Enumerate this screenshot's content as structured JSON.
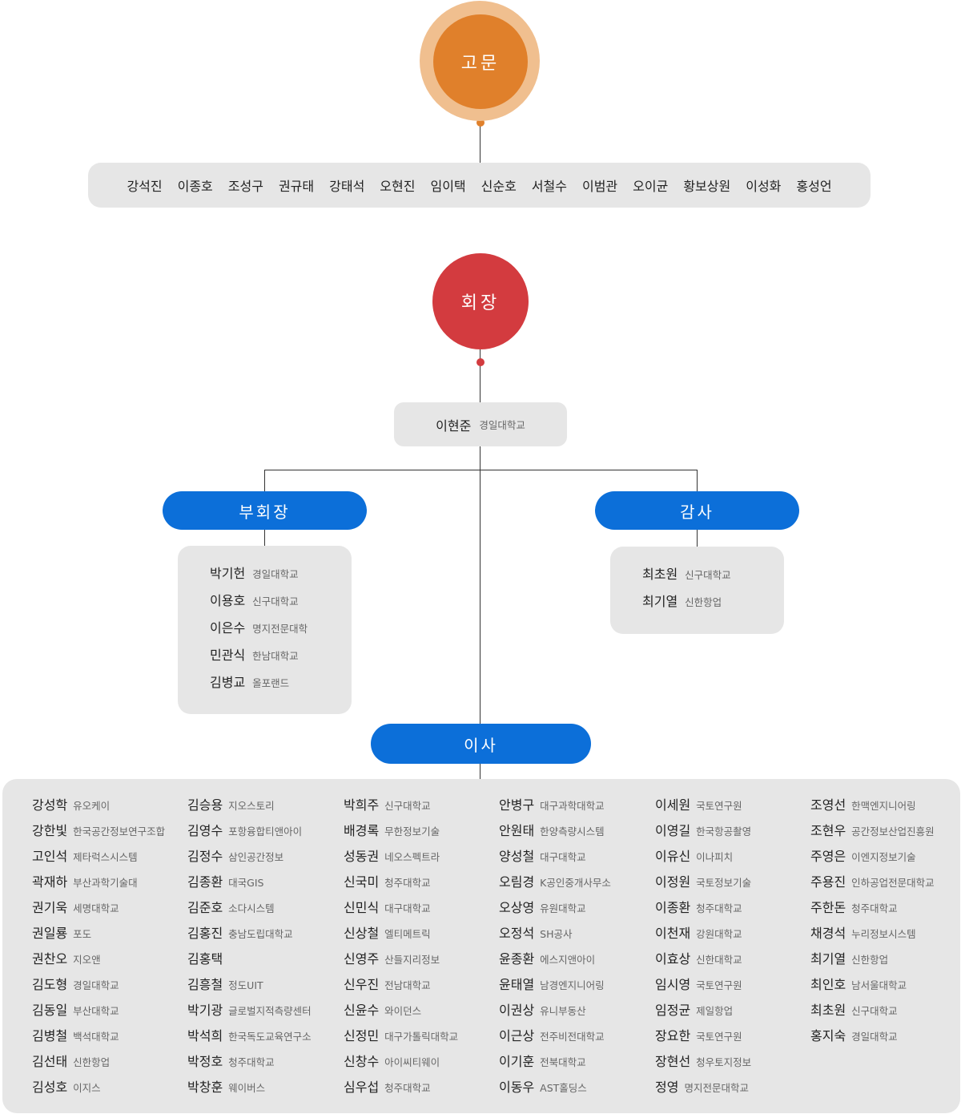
{
  "advisors": {
    "title": "고문",
    "members": [
      "강석진",
      "이종호",
      "조성구",
      "권규태",
      "강태석",
      "오현진",
      "임이택",
      "신순호",
      "서철수",
      "이범관",
      "오이균",
      "황보상원",
      "이성화",
      "홍성언"
    ]
  },
  "president": {
    "title": "회장",
    "name": "이현준",
    "org": "경일대학교"
  },
  "vice_presidents": {
    "title": "부회장",
    "members": [
      {
        "name": "박기헌",
        "org": "경일대학교"
      },
      {
        "name": "이용호",
        "org": "신구대학교"
      },
      {
        "name": "이은수",
        "org": "명지전문대학"
      },
      {
        "name": "민관식",
        "org": "한남대학교"
      },
      {
        "name": "김병교",
        "org": "올포랜드"
      }
    ]
  },
  "auditors": {
    "title": "감사",
    "members": [
      {
        "name": "최초원",
        "org": "신구대학교"
      },
      {
        "name": "최기열",
        "org": "신한항업"
      }
    ]
  },
  "directors": {
    "title": "이사",
    "columns": [
      [
        {
          "name": "강성학",
          "org": "유오케이"
        },
        {
          "name": "강한빛",
          "org": "한국공간정보연구조합"
        },
        {
          "name": "고인석",
          "org": "제타럭스시스템"
        },
        {
          "name": "곽재하",
          "org": "부산과학기술대"
        },
        {
          "name": "권기욱",
          "org": "세명대학교"
        },
        {
          "name": "권일룡",
          "org": "포도"
        },
        {
          "name": "권찬오",
          "org": "지오앤"
        },
        {
          "name": "김도형",
          "org": "경일대학교"
        },
        {
          "name": "김동일",
          "org": "부산대학교"
        },
        {
          "name": "김병철",
          "org": "백석대학교"
        },
        {
          "name": "김선태",
          "org": "신한항업"
        },
        {
          "name": "김성호",
          "org": "이지스"
        }
      ],
      [
        {
          "name": "김승용",
          "org": "지오스토리"
        },
        {
          "name": "김영수",
          "org": "포항융합티앤아이"
        },
        {
          "name": "김정수",
          "org": "삼인공간정보"
        },
        {
          "name": "김종환",
          "org": "대국GIS"
        },
        {
          "name": "김준호",
          "org": "소다시스템"
        },
        {
          "name": "김홍진",
          "org": "충남도립대학교"
        },
        {
          "name": "김홍택",
          "org": ""
        },
        {
          "name": "김흥철",
          "org": "정도UIT"
        },
        {
          "name": "박기광",
          "org": "글로벌지적측량센터"
        },
        {
          "name": "박석희",
          "org": "한국독도교육연구소"
        },
        {
          "name": "박정호",
          "org": "청주대학교"
        },
        {
          "name": "박창훈",
          "org": "웨이버스"
        }
      ],
      [
        {
          "name": "박희주",
          "org": "신구대학교"
        },
        {
          "name": "배경록",
          "org": "무한정보기술"
        },
        {
          "name": "성동권",
          "org": "네오스펙트라"
        },
        {
          "name": "신국미",
          "org": "청주대학교"
        },
        {
          "name": "신민식",
          "org": "대구대학교"
        },
        {
          "name": "신상철",
          "org": "엘티메트릭"
        },
        {
          "name": "신영주",
          "org": "산들지리정보"
        },
        {
          "name": "신우진",
          "org": "전남대학교"
        },
        {
          "name": "신윤수",
          "org": "와이던스"
        },
        {
          "name": "신정민",
          "org": "대구가톨릭대학교"
        },
        {
          "name": "신창수",
          "org": "아이씨티웨이"
        },
        {
          "name": "심우섭",
          "org": "청주대학교"
        }
      ],
      [
        {
          "name": "안병구",
          "org": "대구과학대학교"
        },
        {
          "name": "안원태",
          "org": "한양측량시스템"
        },
        {
          "name": "양성철",
          "org": "대구대학교"
        },
        {
          "name": "오림경",
          "org": "K공인중개사무소"
        },
        {
          "name": "오상영",
          "org": "유원대학교"
        },
        {
          "name": "오정석",
          "org": "SH공사"
        },
        {
          "name": "윤종환",
          "org": "에스지앤아이"
        },
        {
          "name": "윤태열",
          "org": "남경엔지니어링"
        },
        {
          "name": "이권상",
          "org": "유니부동산"
        },
        {
          "name": "이근상",
          "org": "전주비전대학교"
        },
        {
          "name": "이기훈",
          "org": "전북대학교"
        },
        {
          "name": "이동우",
          "org": "AST홀딩스"
        }
      ],
      [
        {
          "name": "이세원",
          "org": "국토연구원"
        },
        {
          "name": "이영길",
          "org": "한국항공촬영"
        },
        {
          "name": "이유신",
          "org": "이나피치"
        },
        {
          "name": "이정원",
          "org": "국토정보기술"
        },
        {
          "name": "이종환",
          "org": "청주대학교"
        },
        {
          "name": "이천재",
          "org": "강원대학교"
        },
        {
          "name": "이효상",
          "org": "신한대학교"
        },
        {
          "name": "임시영",
          "org": "국토연구원"
        },
        {
          "name": "임정균",
          "org": "제일항업"
        },
        {
          "name": "장요한",
          "org": "국토연구원"
        },
        {
          "name": "장현선",
          "org": "청우토지정보"
        },
        {
          "name": "정영",
          "org": "명지전문대학교"
        }
      ],
      [
        {
          "name": "조영선",
          "org": "한맥엔지니어링"
        },
        {
          "name": "조현우",
          "org": "공간정보산업진흥원"
        },
        {
          "name": "주영은",
          "org": "이엔지정보기술"
        },
        {
          "name": "주용진",
          "org": "인하공업전문대학교"
        },
        {
          "name": "주한돈",
          "org": "청주대학교"
        },
        {
          "name": "채경석",
          "org": "누리정보시스템"
        },
        {
          "name": "최기열",
          "org": "신한항업"
        },
        {
          "name": "최인호",
          "org": "남서울대학교"
        },
        {
          "name": "최초원",
          "org": "신구대학교"
        },
        {
          "name": "홍지숙",
          "org": "경일대학교"
        }
      ]
    ]
  },
  "colors": {
    "advisor_core": "#e0802b",
    "advisor_ring": "#f0bf8f",
    "president": "#d33b3f",
    "pill": "#0c6fd9",
    "box": "#e6e6e6",
    "line": "#333333"
  }
}
